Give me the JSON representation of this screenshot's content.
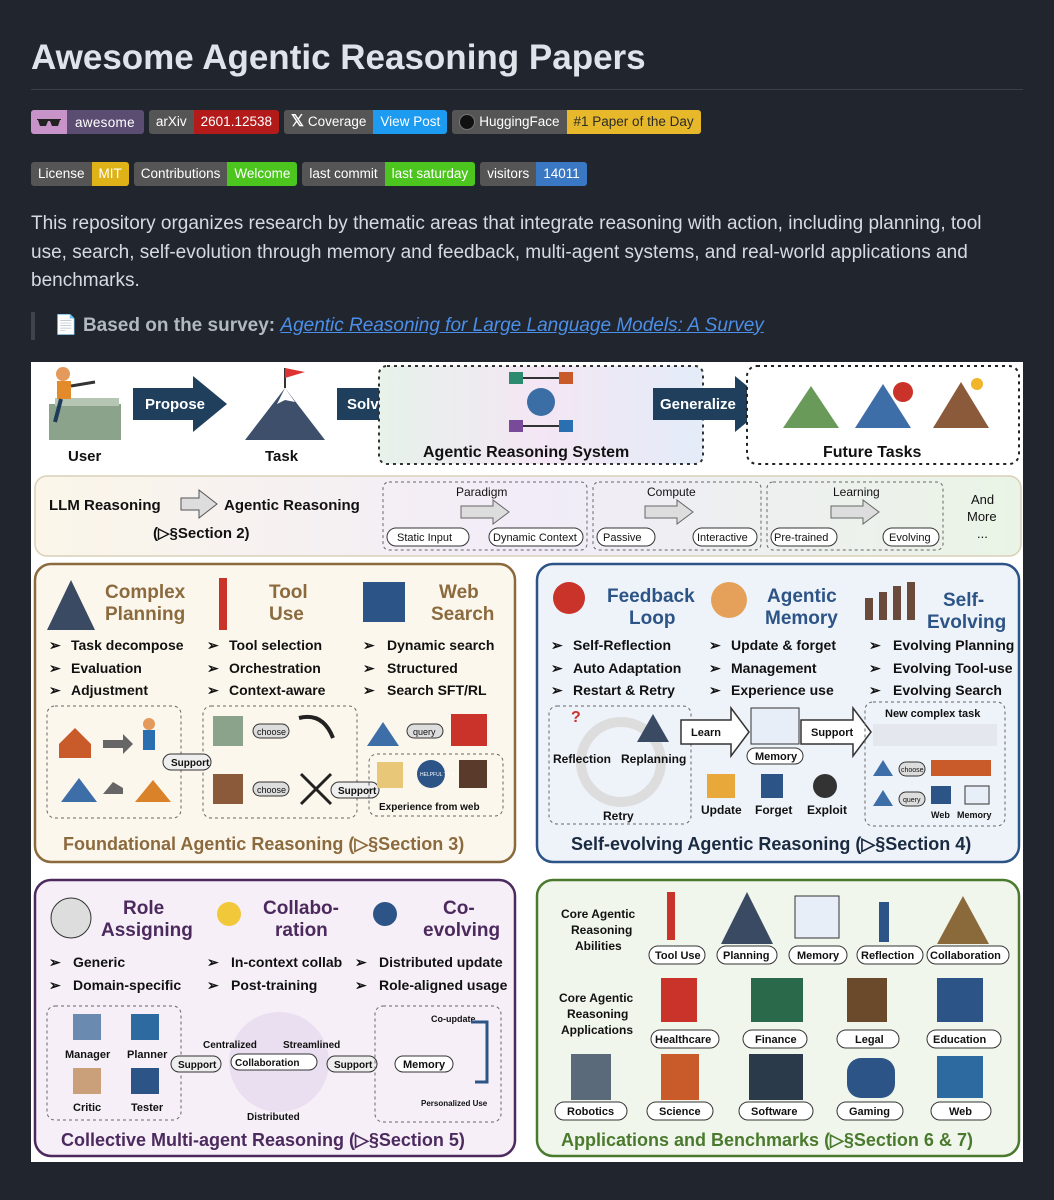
{
  "title": "Awesome Agentic Reasoning Papers",
  "badges_row1": [
    {
      "kind": "awesome",
      "label": "awesome",
      "color": "#5b4d72"
    },
    {
      "left": "arXiv",
      "right": "2601.12538",
      "right_color": "#b31b1b"
    },
    {
      "left": "Coverage",
      "right": "View Post",
      "right_color": "#1d9bf0",
      "icon": "x-logo-icon"
    },
    {
      "left": "HuggingFace",
      "right": "#1 Paper of the Day",
      "right_color": "#e6b82a",
      "right_text_color": "#2b2b2b",
      "icon": "huggingface-icon"
    }
  ],
  "badges_row2": [
    {
      "left": "License",
      "right": "MIT",
      "right_color": "#dfb317"
    },
    {
      "left": "Contributions",
      "right": "Welcome",
      "right_color": "#4cc61e"
    },
    {
      "left": "last commit",
      "right": "last saturday",
      "right_color": "#4cc61e"
    },
    {
      "left": "visitors",
      "right": "14011",
      "right_color": "#3b78c3"
    }
  ],
  "intro": "This repository organizes research by thematic areas that integrate reasoning with action, including planning, tool use, search, self-evolution through memory and feedback, multi-agent systems, and real-world applications and benchmarks.",
  "survey": {
    "prefix": "Based on the survey:",
    "link_text": "Agentic Reasoning for Large Language Models: A Survey",
    "icon": "document-icon"
  },
  "figure": {
    "top": {
      "user": "User",
      "propose": "Propose",
      "task": "Task",
      "solve": "Solve",
      "system": "Agentic Reasoning System",
      "generalize": "Generalize",
      "future": "Future Tasks"
    },
    "band": {
      "llm": "LLM Reasoning",
      "agentic": "Agentic Reasoning",
      "section": "(▷§Section 2)",
      "groups": [
        {
          "title": "Paradigm",
          "left": "Static Input",
          "right": "Dynamic Context"
        },
        {
          "title": "Compute",
          "left": "Passive",
          "right": "Interactive"
        },
        {
          "title": "Learning",
          "left": "Pre-trained",
          "right": "Evolving"
        }
      ],
      "more": [
        "And",
        "More",
        "..."
      ]
    },
    "panels": [
      {
        "footer": "Foundational Agentic Reasoning (▷§Section 3)",
        "color": "#8b6a3e",
        "cols": [
          {
            "title": [
              "Complex",
              "Planning"
            ],
            "items": [
              "Task decompose",
              "Evaluation",
              "Adjustment"
            ]
          },
          {
            "title": [
              "Tool",
              "Use"
            ],
            "items": [
              "Tool selection",
              "Orchestration",
              "Context-aware"
            ]
          },
          {
            "title": [
              "Web",
              "Search"
            ],
            "items": [
              "Dynamic search",
              "Structured",
              "Search SFT/RL"
            ]
          }
        ],
        "labels": [
          "Support",
          "choose",
          "choose",
          "Support",
          "query",
          "HELPFUL TIPS",
          "Experience from web"
        ]
      },
      {
        "footer": "Self-evolving Agentic Reasoning (▷§Section 4)",
        "color": "#2d5486",
        "cols": [
          {
            "title": [
              "Feedback",
              "Loop"
            ],
            "items": [
              "Self-Reflection",
              "Auto Adaptation",
              "Restart & Retry"
            ]
          },
          {
            "title": [
              "Agentic",
              "Memory"
            ],
            "items": [
              "Update & forget",
              "Management",
              "Experience use"
            ]
          },
          {
            "title": [
              "Self-",
              "Evolving"
            ],
            "items": [
              "Evolving Planning",
              "Evolving Tool-use",
              "Evolving Search"
            ]
          }
        ],
        "labels": [
          "Reflection",
          "Replanning",
          "Retry",
          "Learn",
          "Memory",
          "Update",
          "Forget",
          "Exploit",
          "Support",
          "New complex task",
          "choose",
          "query",
          "Web",
          "Memory"
        ]
      },
      {
        "footer": "Collective Multi-agent Reasoning (▷§Section 5)",
        "color": "#4c2a5e",
        "cols": [
          {
            "title": [
              "Role",
              "Assigning"
            ],
            "items": [
              "Generic",
              "Domain-specific"
            ]
          },
          {
            "title": [
              "Collabo-",
              "ration"
            ],
            "items": [
              "In-context collab",
              "Post-training"
            ]
          },
          {
            "title": [
              "Co-",
              "evolving"
            ],
            "items": [
              "Distributed update",
              "Role-aligned usage"
            ]
          }
        ],
        "labels": [
          "Manager",
          "Planner",
          "Critic",
          "Tester",
          "Support",
          "Centralized",
          "Streamlined",
          "Collaboration",
          "Distributed",
          "Support",
          "Co-update",
          "Memory",
          "Personalized Use"
        ]
      },
      {
        "footer": "Applications and Benchmarks (▷§Section 6 & 7)",
        "color": "#4a7a2e",
        "abilities_title": [
          "Core Agentic",
          "Reasoning",
          "Abilities"
        ],
        "abilities": [
          "Tool Use",
          "Planning",
          "Memory",
          "Reflection",
          "Collaboration"
        ],
        "apps_title": [
          "Core Agentic",
          "Reasoning",
          "Applications"
        ],
        "apps_row1": [
          "Healthcare",
          "Finance",
          "Legal",
          "Education"
        ],
        "apps_row2": [
          "Robotics",
          "Science",
          "Software",
          "Gaming",
          "Web"
        ]
      }
    ]
  }
}
